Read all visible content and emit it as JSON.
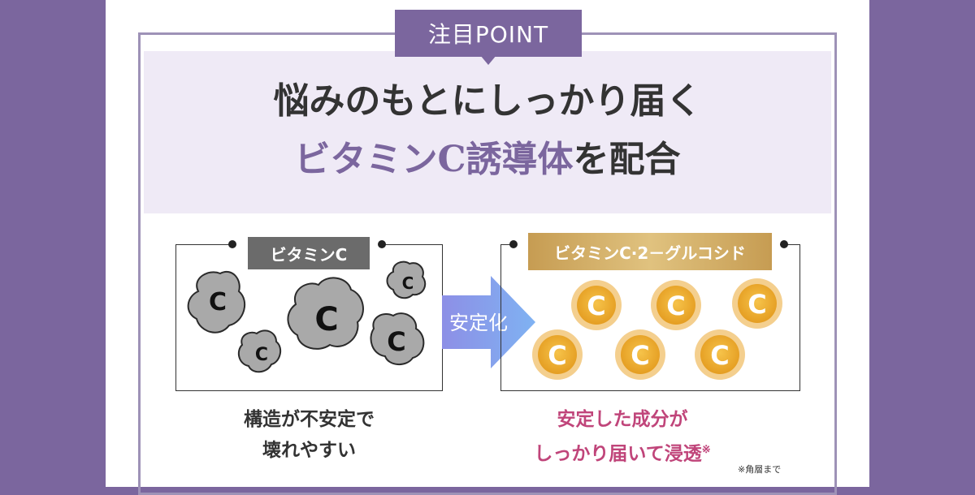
{
  "tag": "注目POINT",
  "headline": {
    "line1": "悩みのもとにしっかり届く",
    "line2_accent": "ビタミンC誘導体",
    "line2_rest": "を配合"
  },
  "left": {
    "label": "ビタミンC",
    "particle_letter": "C",
    "caption_line1": "構造が不安定で",
    "caption_line2": "壊れやすい"
  },
  "arrow_text": "安定化",
  "right": {
    "label": "ビタミンC·2－グルコシド",
    "particle_letter": "C",
    "caption_line1": "安定した成分が",
    "caption_line2": "しっかり届いて浸透",
    "caption_mark": "※"
  },
  "footnote": "※角層まで",
  "colors": {
    "purple": "#7b669e",
    "lavender_bg": "#efeaf6",
    "gray_label": "#6b6b6b",
    "gold_label": "#c9a25a",
    "pink_text": "#c0457a",
    "arrow_blue": "#7f9ee8"
  }
}
